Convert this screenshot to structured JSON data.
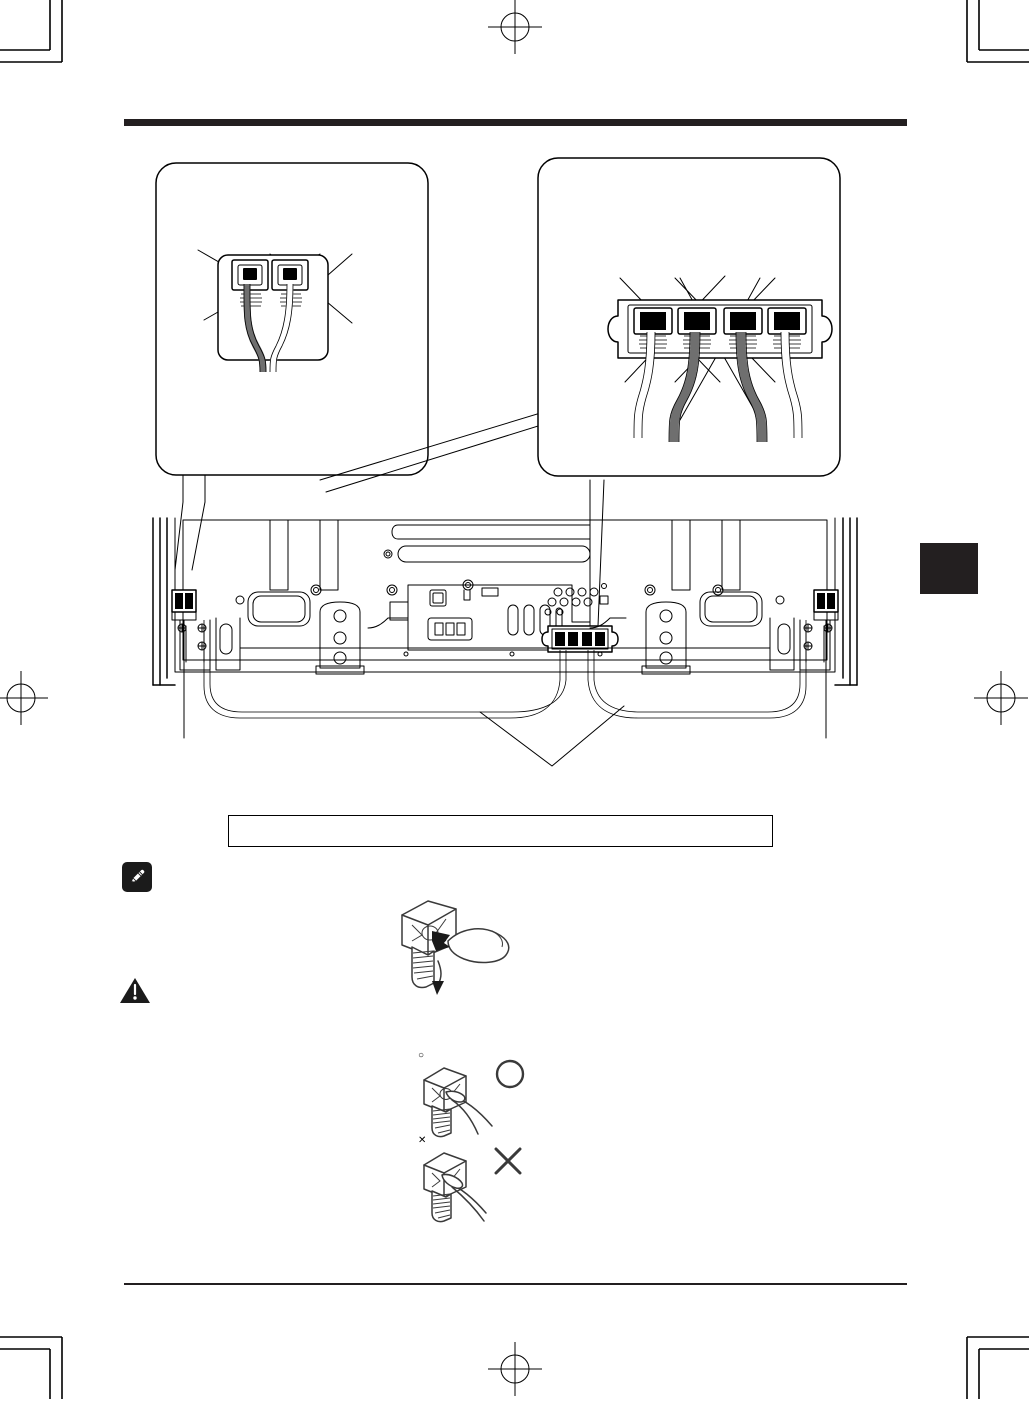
{
  "document": {
    "kind": "installation-manual-page",
    "orientation": "portrait",
    "background_color": "#ffffff",
    "ink_color": "#231f20"
  },
  "printer_marks": {
    "corner_crop_marks": 4,
    "registration_targets": 4,
    "description": "prepress crop and registration marks"
  },
  "header": {
    "rule_color": "#231f20",
    "title": ""
  },
  "footer": {
    "rule_color": "#231f20",
    "page_number": ""
  },
  "side_tab": {
    "name": "section-thumb-tab",
    "color": "#231f20",
    "label": ""
  },
  "figure": {
    "name": "rear-panel-speaker-wiring-diagram",
    "caption": "",
    "callouts": [
      {
        "id": "callout-left",
        "name": "left-speaker-terminal-detail",
        "label": "",
        "content": "two-jack speaker terminal with two cables inserted",
        "leader_count": 4
      },
      {
        "id": "callout-right",
        "name": "center-speaker-terminal-detail",
        "label": "",
        "content": "four-jack speaker terminal strip with four cables inserted",
        "leader_count": 6
      }
    ],
    "display_unit": {
      "name": "display-rear-view",
      "terminals": [
        {
          "name": "left-side-speaker-terminal",
          "jacks": 2
        },
        {
          "name": "center-speaker-terminal-strip",
          "jacks": 4
        },
        {
          "name": "right-side-speaker-terminal",
          "jacks": 2
        }
      ],
      "ports": [
        {
          "name": "ac-inlet",
          "label": ""
        },
        {
          "name": "service-port",
          "label": ""
        },
        {
          "name": "vent-slots",
          "label": ""
        }
      ],
      "cable_routing": "speaker cables routed from center terminal strip along bottom edge to left and right side terminals"
    }
  },
  "note_box": {
    "name": "note-callout-box",
    "text": "",
    "bordered": true
  },
  "note_block": {
    "name": "note-section",
    "icon": "pencil-note-icon",
    "text": ""
  },
  "caution_block": {
    "name": "caution-section",
    "icon": "warning-triangle-icon",
    "text": ""
  },
  "connector_figures": [
    {
      "id": "fig-release",
      "name": "connector-release-illustration",
      "label": "",
      "mark": "",
      "content": "finger pressing the connector latch tab downward, arrow indicating release direction"
    },
    {
      "id": "fig-correct",
      "name": "correct-handling-illustration",
      "label": "",
      "mark": "○",
      "mark_name": "circle-ok-mark",
      "content": "pull the connector body - correct"
    },
    {
      "id": "fig-incorrect",
      "name": "incorrect-handling-illustration",
      "label": "",
      "mark": "✕",
      "mark_name": "cross-ng-mark",
      "content": "pull the cable - incorrect"
    }
  ]
}
